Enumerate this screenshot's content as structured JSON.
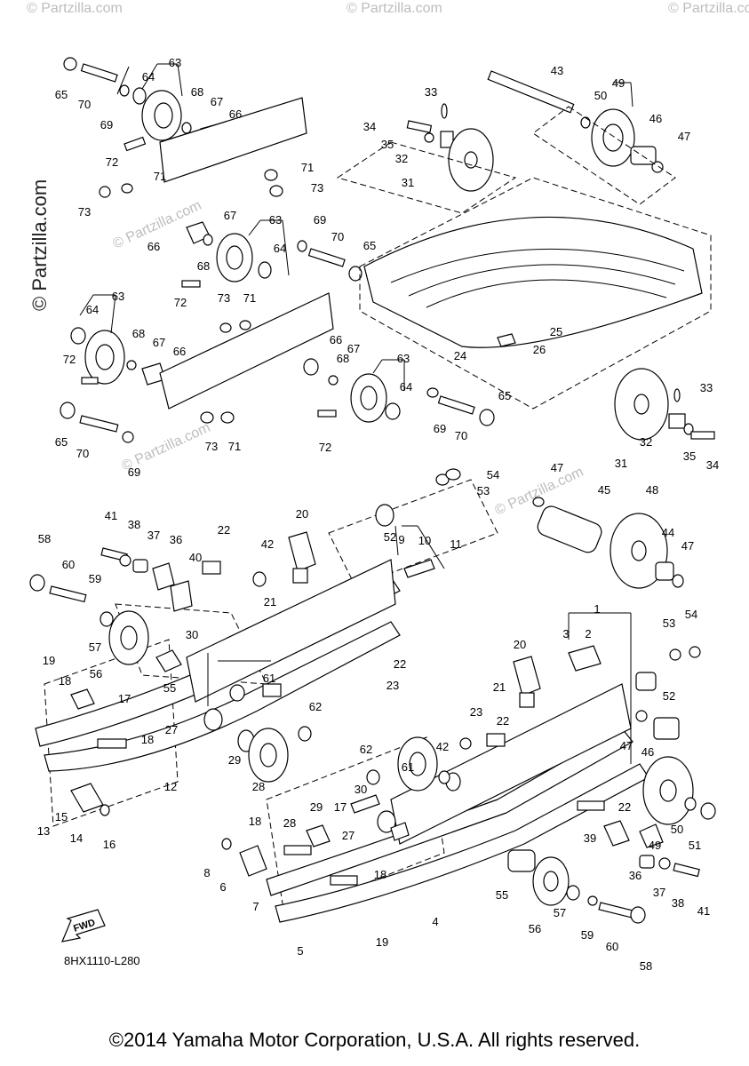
{
  "watermark": "© Partzilla.com",
  "fwd_label": "FWD",
  "doc_code": "8HX1110-L280",
  "copyright": "©2014 Yamaha Motor Corporation, U.S.A. All rights reserved.",
  "callouts": [
    "1",
    "2",
    "3",
    "4",
    "5",
    "6",
    "7",
    "8",
    "9",
    "10",
    "11",
    "12",
    "13",
    "14",
    "15",
    "16",
    "17",
    "18",
    "19",
    "20",
    "21",
    "22",
    "23",
    "24",
    "25",
    "26",
    "27",
    "28",
    "29",
    "30",
    "31",
    "32",
    "33",
    "34",
    "35",
    "36",
    "37",
    "38",
    "39",
    "40",
    "41",
    "42",
    "43",
    "44",
    "45",
    "46",
    "47",
    "48",
    "49",
    "50",
    "51",
    "52",
    "53",
    "54",
    "55",
    "56",
    "57",
    "58",
    "59",
    "60",
    "61",
    "62",
    "63",
    "64",
    "65",
    "66",
    "67",
    "68",
    "69",
    "70",
    "71",
    "72",
    "73"
  ]
}
